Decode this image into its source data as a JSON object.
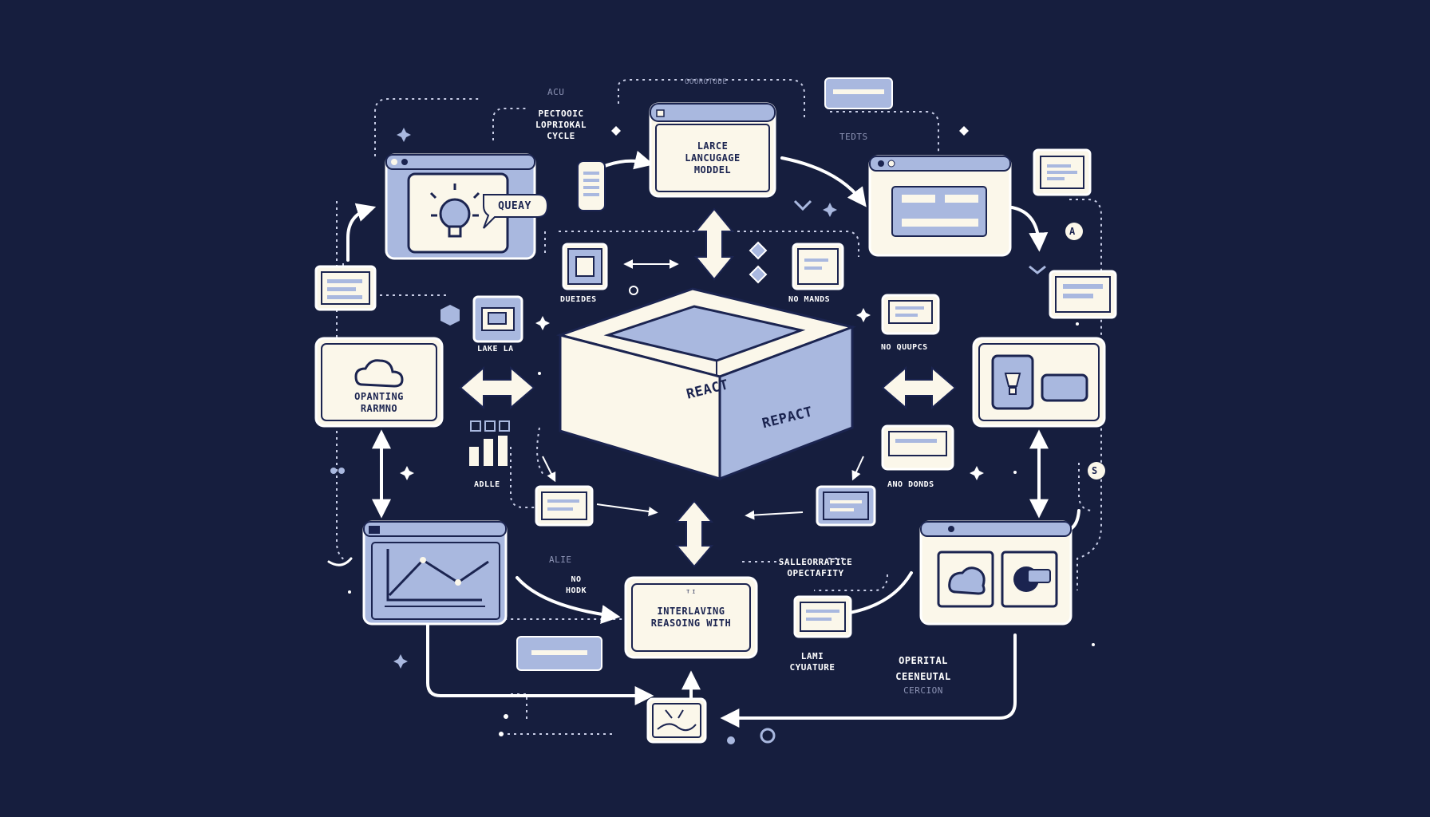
{
  "diagram": {
    "center_cube": {
      "front_left_label": "REACT",
      "front_right_label": "REPACT"
    },
    "llm_box": {
      "label_lines": [
        "LARCE",
        "LANCUGAGE",
        "MODDEL"
      ]
    },
    "query_box": {
      "label": "QUEAY"
    },
    "planning_box": {
      "label_lines": [
        "OPANTING",
        "RARMNO"
      ]
    },
    "interleaving_box": {
      "top_mark": "ᵀᴵ",
      "label_lines": [
        "INTERLAVING",
        "REASOING WITH"
      ]
    },
    "floating_labels": {
      "top_small_1": "ACU",
      "top_small_2": "OOOROTODE",
      "cycle": [
        "PECTOOIC",
        "LOPRIOKAL",
        "CYCLE"
      ],
      "tedts": "TEDTS",
      "dueides": "DUEIDES",
      "no_mands": "NO MANDS",
      "lake_la": "LAKE LA",
      "no_quupcs": "NO QUUPCS",
      "adlle": "ADLLE",
      "ano_donds": "ANO DONDS",
      "alie": "ALIE",
      "no_hodk": [
        "NO",
        "HODK"
      ],
      "salleorrafice": [
        "SALLEORRAFICE",
        "OPECTAFITY"
      ],
      "lami": [
        "LAMI",
        "CYUATURE"
      ],
      "operital": [
        "OPERITAL",
        "CEENEUTAL"
      ],
      "cercion": "CERCION",
      "s_badge": "S",
      "a_badge": "A"
    }
  },
  "colors": {
    "background": "#161e3e",
    "cream": "#fbf7ea",
    "periwinkle": "#a9b8df",
    "outline": "#1b2450",
    "line": "#ffffff"
  }
}
